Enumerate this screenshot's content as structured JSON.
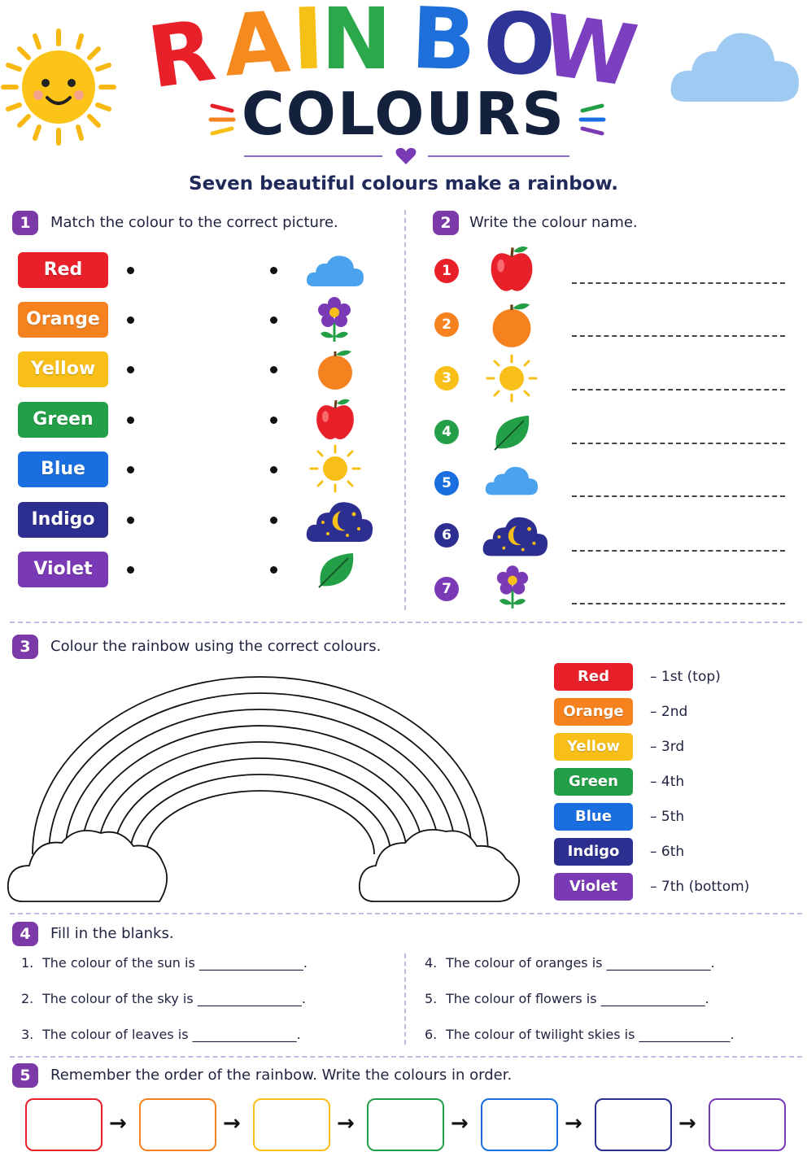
{
  "title": {
    "letters": [
      {
        "char": "R",
        "color": "#e8202a"
      },
      {
        "char": "A",
        "color": "#f58a1f"
      },
      {
        "char": "I",
        "color": "#f6c117"
      },
      {
        "char": "N",
        "color": "#2aa84a"
      },
      {
        "char": "B",
        "color": "#1e6fd9"
      },
      {
        "char": "O",
        "color": "#2f3596"
      },
      {
        "char": "W",
        "color": "#7b3fbf"
      }
    ],
    "subtitle_word": "COLOURS",
    "tagline": "Seven beautiful colours make a rainbow."
  },
  "section1": {
    "number": "1",
    "instruction": "Match the colour to the correct picture.",
    "colours": [
      {
        "label": "Red",
        "color": "#e8202a"
      },
      {
        "label": "Orange",
        "color": "#f5821f"
      },
      {
        "label": "Yellow",
        "color": "#f7bf17"
      },
      {
        "label": "Green",
        "color": "#23a047"
      },
      {
        "label": "Blue",
        "color": "#1a6fe0"
      },
      {
        "label": "Indigo",
        "color": "#2c2f8f"
      },
      {
        "label": "Violet",
        "color": "#7a3ab5"
      }
    ],
    "pictures": [
      "cloud-icon",
      "flower-icon",
      "orange-icon",
      "apple-icon",
      "sun-icon",
      "night-cloud-icon",
      "leaf-icon"
    ]
  },
  "section2": {
    "number": "2",
    "instruction": "Write the colour name.",
    "items": [
      {
        "num": "1",
        "color": "#e8202a",
        "picture": "apple-icon"
      },
      {
        "num": "2",
        "color": "#f5821f",
        "picture": "orange-icon"
      },
      {
        "num": "3",
        "color": "#f7bf17",
        "picture": "sun-icon"
      },
      {
        "num": "4",
        "color": "#23a047",
        "picture": "leaf-icon"
      },
      {
        "num": "5",
        "color": "#1a6fe0",
        "picture": "cloud-icon"
      },
      {
        "num": "6",
        "color": "#2c2f8f",
        "picture": "night-cloud-icon"
      },
      {
        "num": "7",
        "color": "#7a3ab5",
        "picture": "flower-icon"
      }
    ]
  },
  "section3": {
    "number": "3",
    "instruction": "Colour the rainbow using the correct colours.",
    "key": [
      {
        "label": "Red",
        "order": "– 1st (top)",
        "color": "#e8202a"
      },
      {
        "label": "Orange",
        "order": "– 2nd",
        "color": "#f5821f"
      },
      {
        "label": "Yellow",
        "order": "– 3rd",
        "color": "#f7bf17"
      },
      {
        "label": "Green",
        "order": "– 4th",
        "color": "#23a047"
      },
      {
        "label": "Blue",
        "order": "– 5th",
        "color": "#1a6fe0"
      },
      {
        "label": "Indigo",
        "order": "– 6th",
        "color": "#2c2f8f"
      },
      {
        "label": "Violet",
        "order": "– 7th (bottom)",
        "color": "#7a3ab5"
      }
    ]
  },
  "section4": {
    "number": "4",
    "instruction": "Fill in the blanks.",
    "left": [
      {
        "num": "1.",
        "text": "The colour of the sun is ________________."
      },
      {
        "num": "2.",
        "text": "The colour of the sky is ________________."
      },
      {
        "num": "3.",
        "text": "The colour of leaves is ________________."
      }
    ],
    "right": [
      {
        "num": "4.",
        "text": "The colour of oranges is ________________."
      },
      {
        "num": "5.",
        "text": "The colour of flowers is ________________."
      },
      {
        "num": "6.",
        "text": "The colour of twilight skies is ______________."
      }
    ]
  },
  "section5": {
    "number": "5",
    "instruction": "Remember the order of the rainbow. Write the colours in order.",
    "box_colors": [
      "#e8202a",
      "#f5821f",
      "#f7bf17",
      "#23a047",
      "#1a6fe0",
      "#2c2f8f",
      "#7a3ab5"
    ],
    "arrow": "→"
  }
}
